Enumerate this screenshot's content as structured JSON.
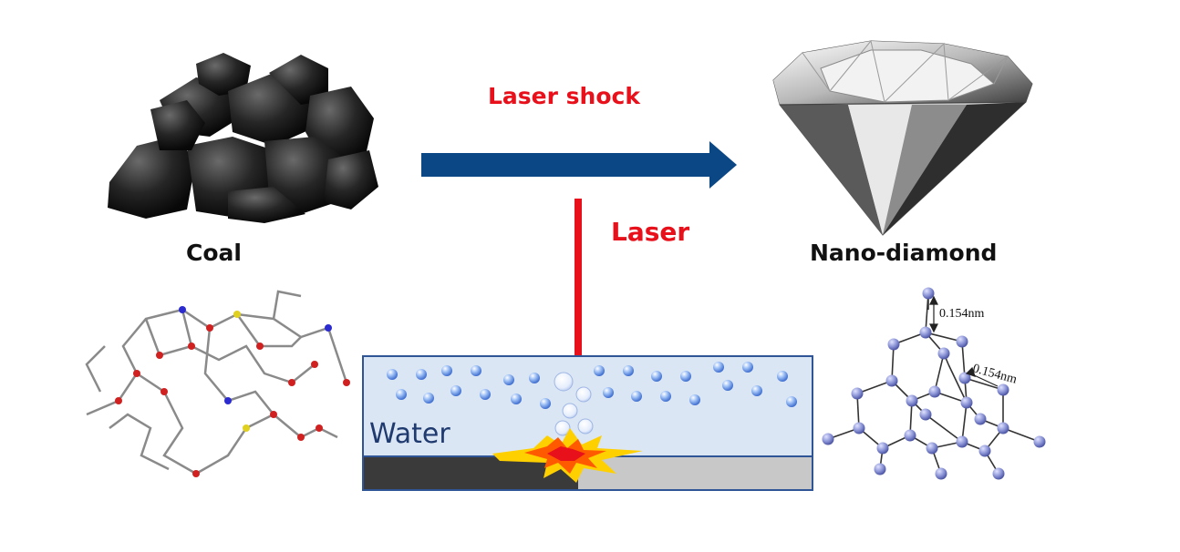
{
  "diagram": {
    "top_arrow_label": "Laser shock",
    "laser_label": "Laser",
    "coal_label": "Coal",
    "nanodiamond_label": "Nano-diamond",
    "water_label": "Water",
    "lattice_label_1": "0.154nm",
    "lattice_label_2": "0.154nm"
  },
  "colors": {
    "arrow": "#0b4784",
    "laser": "#e8101a",
    "water_fill": "#dbe6f5",
    "water_border": "#2f5597",
    "bubble": "#5b8ee0",
    "substrate_dark": "#3a3a3a",
    "substrate_light": "#c8c8c8",
    "atom": "#8891d4"
  }
}
